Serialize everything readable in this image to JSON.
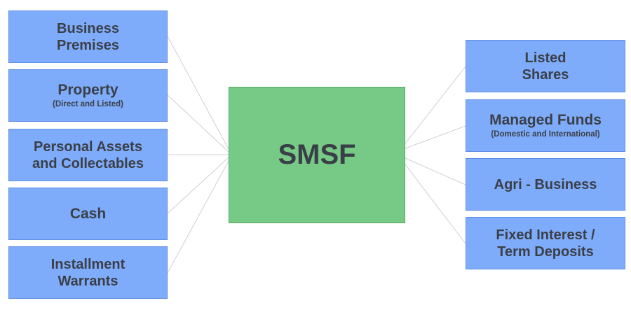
{
  "center": {
    "label": "SMSF"
  },
  "colors": {
    "node": "#7facfa",
    "center": "#76ca85",
    "text": "#3a3f47",
    "connector": "#cfcfcf"
  },
  "left_nodes": [
    {
      "title": "Business\nPremises",
      "subtitle": ""
    },
    {
      "title": "Property",
      "subtitle": "(Direct and Listed)"
    },
    {
      "title": "Personal Assets\nand Collectables",
      "subtitle": ""
    },
    {
      "title": "Cash",
      "subtitle": ""
    },
    {
      "title": "Installment\nWarrants",
      "subtitle": ""
    }
  ],
  "right_nodes": [
    {
      "title": "Listed\nShares",
      "subtitle": ""
    },
    {
      "title": "Managed Funds",
      "subtitle": "(Domestic and International)"
    },
    {
      "title": "Agri - Business",
      "subtitle": ""
    },
    {
      "title": "Fixed Interest /\nTerm Deposits",
      "subtitle": ""
    }
  ]
}
